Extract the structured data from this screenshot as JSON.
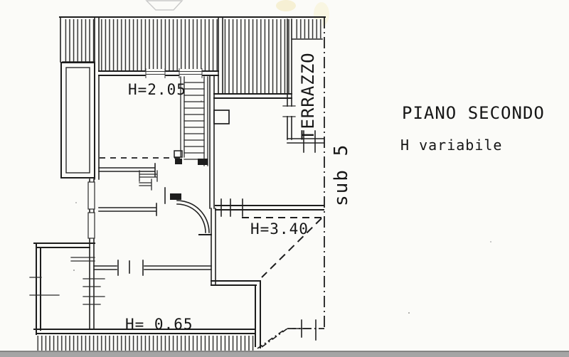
{
  "page": {
    "background": "#fbfbf8",
    "ink": "#1d1d1d",
    "scan_bar": "#a5a5a5"
  },
  "plan": {
    "title": "PIANO SECONDO",
    "subtitle": "H variabile",
    "labels": {
      "attic_room_height": "H=2.05",
      "sloped_area_height": "H=3.40",
      "low_area_height": "H= 0.65",
      "terrace": "TERRAZZO",
      "cadastral_unit": "sub 5"
    }
  }
}
